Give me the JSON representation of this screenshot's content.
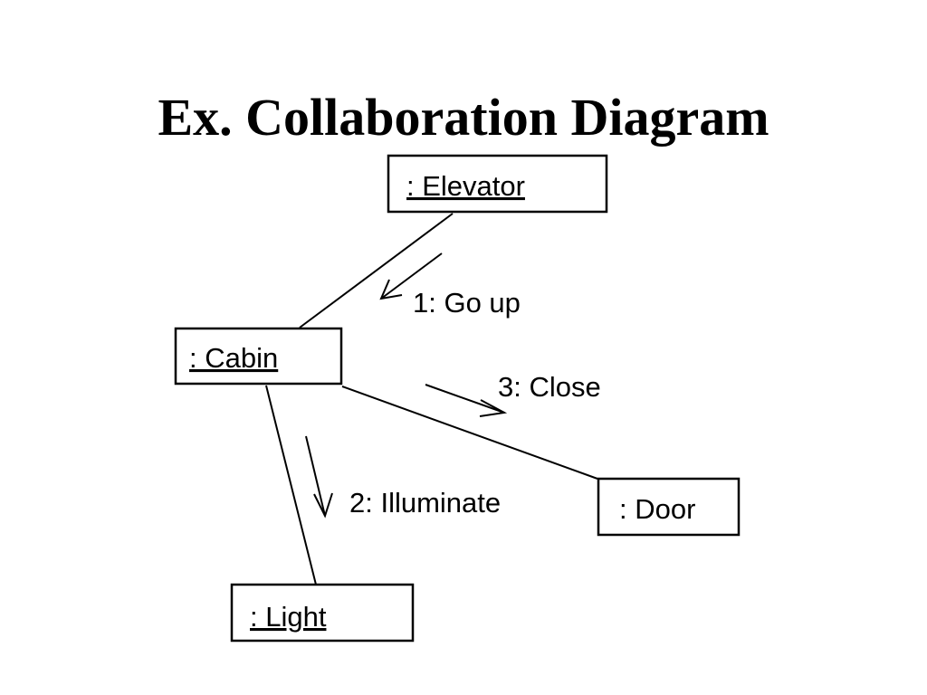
{
  "title": "Ex. Collaboration Diagram",
  "objects": {
    "elevator": ": Elevator",
    "cabin": ": Cabin",
    "light": ": Light",
    "door": ": Door"
  },
  "messages": {
    "go_up": "1: Go up",
    "illuminate": "2: Illuminate",
    "close": "3: Close"
  }
}
